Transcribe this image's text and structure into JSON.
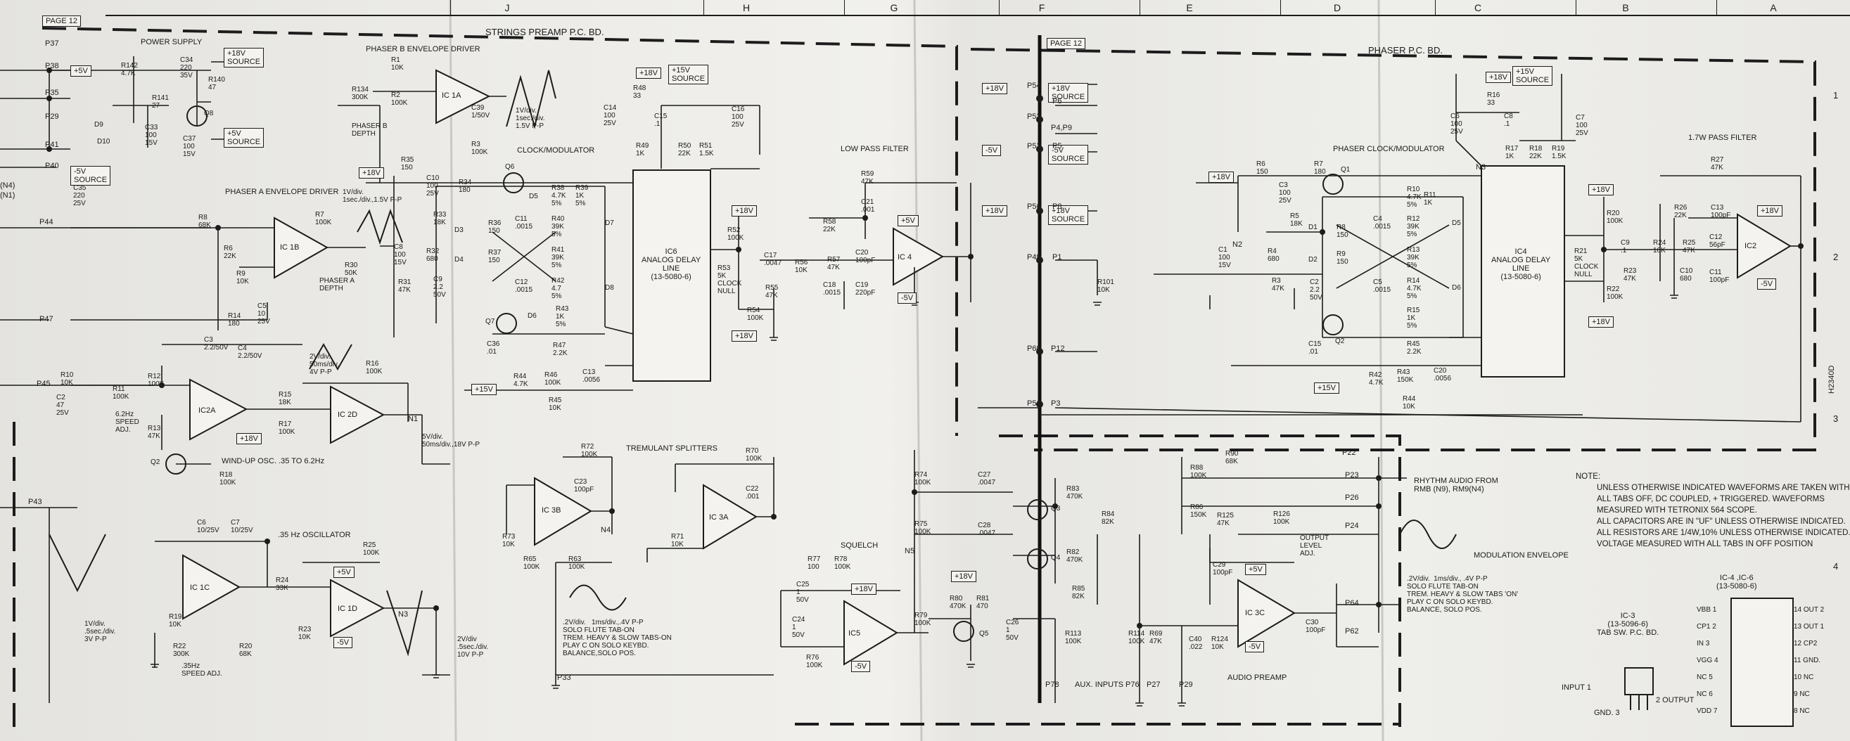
{
  "header": {
    "page12_tab": "PAGE 12",
    "strings_bd": "STRINGS PREAMP P.C. BD.",
    "phaser_bd": "PHASER P.C. BD.",
    "grid_letters": [
      "J",
      "H",
      "G",
      "F",
      "E",
      "D",
      "C",
      "B",
      "A"
    ],
    "row_numbers": [
      "1",
      "2",
      "3",
      "4"
    ]
  },
  "sections": {
    "power_supply": "POWER SUPPLY",
    "phaser_b_env": "PHASER B ENVELOPE DRIVER",
    "phaser_a_env": "PHASER A ENVELOPE DRIVER",
    "clock_mod": "CLOCK/MODULATOR",
    "low_pass": "LOW PASS FILTER",
    "phaser_clock": "PHASER CLOCK/MODULATOR",
    "pass_filter": "1.7W PASS FILTER",
    "tremulant": "TREMULANT SPLITTERS",
    "squelch": "SQUELCH",
    "osc": ".35 Hz OSCILLATOR",
    "windup": "WIND-UP OSC. .35 TO 6.2Hz",
    "audio_preamp": "AUDIO PREAMP",
    "aux_inputs": "AUX. INPUTS",
    "mod_env": "MODULATION ENVELOPE",
    "rhythm_audio": "RHYTHM AUDIO FROM\nRMB (N9), RM9(N4)"
  },
  "sources": {
    "p18v": "+18V",
    "p15v": "+15V",
    "m5v": "-5V",
    "p5v": "+5V",
    "p18src": "+18V\nSOURCE",
    "p15src": "+15V\nSOURCE",
    "m5src": "-5V\nSOURCE",
    "p5src": "+5V\nSOURCE",
    "m5v_src_phaser": "-5V\nSOURCE"
  },
  "ics": {
    "ic1a": "IC 1A",
    "ic1b": "IC 1B",
    "ic1c": "IC 1C",
    "ic1d": "IC 1D",
    "ic2a": "IC2A",
    "ic2d": "IC 2D",
    "ic2": "IC2",
    "ic3a": "IC 3A",
    "ic3b": "IC 3B",
    "ic3c": "IC 3C",
    "ic4": "IC 4",
    "ic5": "IC5",
    "ic6_box": "IC6\nANALOG DELAY\nLINE\n(13-5080-6)",
    "ic4_box": "IC4\nANALOG DELAY\nLINE\n(13-5080-6)"
  },
  "waveforms": {
    "w1": "1V/div.\n1sec./div.\n1.5V P-P",
    "w2": "1V/div.\n1sec./div.,1.5V P-P",
    "w3": "2V/div.\n50ms/div.\n4V P-P",
    "w4": "5V/div.\n50ms/div.,18V P-P",
    "w5": "1V/div.\n.5sec./div.\n3V P-P",
    "w6": "2V/div\n.5sec./div.\n10V P-P",
    "w7": ".2V/div.   1ms/div.,.4V P-P\nSOLO FLUTE TAB-ON\nTREM. HEAVY & SLOW TABS-ON\nPLAY C ON SOLO KEYBD.\nBALANCE,SOLO POS.",
    "w8": ".2V/div.  1ms/div., .4V P-P\nSOLO FLUTE TAB-ON\nTREM. HEAVY & SLOW TABS 'ON'\nPLAY C ON SOLO KEYBD.\nBALANCE, SOLO POS."
  },
  "components": {
    "r142": "R142\n4.7K",
    "c34": "C34\n220\n35V",
    "r140": "R140\n47",
    "r141": "R141\n27",
    "q8": "Q8",
    "c33": "C33\n100\n15V",
    "c37": "C37\n100\n15V",
    "d9": "D9",
    "d10": "D10",
    "c35": "C35\n220\n25V",
    "r1": "R1\n10K",
    "r2": "R2\n100K",
    "r134": "R134\n300K",
    "c39": "C39\n1/50V",
    "r3": "R3\n100K",
    "phaser_b_depth": "PHASER B\nDEPTH",
    "phaser_a_depth": "PHASER A\nDEPTH",
    "r35": "R35\n150",
    "c10": "C10\n100\n25V",
    "r34": "R34\n180",
    "q6": "Q6",
    "r36": "R36\n150",
    "r37": "R37\n150",
    "c11": "C11\n.0015",
    "c12": "C12\n.0015",
    "r38": "R38\n4.7K\n5%",
    "r39": "R39\n1K\n5%",
    "r40": "R40\n39K\n5%",
    "r41": "R41\n39K\n5%",
    "r42": "R42\n4.7\n5%",
    "r43": "R43\n1K\n5%",
    "d5": "D5",
    "d6": "D6",
    "d7": "D7",
    "d8": "D8",
    "q7": "Q7",
    "c36": "C36\n.01",
    "r47": "R47\n2.2K",
    "r44": "R44\n4.7K",
    "r46": "R46\n100K",
    "c13": "C13\n.0056",
    "r45": "R45\n10K",
    "r8": "R8\n68K",
    "r6": "R6\n22K",
    "r7": "R7\n100K",
    "r9": "R9\n10K",
    "r30": "R30\n50K",
    "c8": "C8\n100\n15V",
    "r32": "R32\n680",
    "r31": "R31\n47K",
    "r33": "R33\n18K",
    "c9": "C9\n2.2\n50V",
    "d3": "D3",
    "d4": "D4",
    "r14": "R14\n180",
    "c5": "C5\n10\n25V",
    "c3": "C3\n2.2/50V",
    "c4": "C4\n2.2/50V",
    "r10": "R10\n10K",
    "r11": "R11\n100K",
    "c2": "C2\n47\n25V",
    "speed_adj": "6.2Hz\nSPEED\nADJ.",
    "r12": "R12\n100K",
    "r13": "R13\n47K",
    "r15": "R15\n18K",
    "r16": "R16\n100K",
    "r17": "R17\n100K",
    "r18": "R18\n100K",
    "q2": "Q2",
    "c6": "C6\n10/25V",
    "c7": "C7\n10/25V",
    "r25": "R25\n100K",
    "r24": "R24\n33K",
    "r19": "R19\n10K",
    "r22": "R22\n300K",
    "speed_adj2": ".35Hz\nSPEED ADJ.",
    "r20": "R20\n68K",
    "r23": "R23\n10K",
    "r48": "R48\n33",
    "c14": "C14\n100\n25V",
    "c15": "C15\n.1",
    "r49": "R49\n1K",
    "r50": "R50\n22K",
    "r51": "R51\n1.5K",
    "c16": "C16\n100\n25V",
    "r52": "R52\n100K",
    "r53": "R53\n5K\nCLOCK\nNULL",
    "r54": "R54\n100K",
    "c17": "C17\n.0047",
    "r56": "R56\n10K",
    "r55": "R55\n47K",
    "r57": "R57\n47K",
    "r58": "R58\n22K",
    "c18": "C18\n.0015",
    "c19": "C19\n220pF",
    "c20": "C20\n100pF",
    "r59": "R59\n47K",
    "c21": "C21\n.001",
    "r72": "R72\n100K",
    "c23": "C23\n100pF",
    "r73": "R73\n10K",
    "r70": "R70\n100K",
    "c22": "C22\n.001",
    "r71": "R71\n10K",
    "r65": "R65\n100K",
    "r63": "R63\n100K",
    "r74": "R74\n100K",
    "c27": "C27\n.0047",
    "r75": "R75\n100K",
    "c28": "C28\n.0047",
    "q3": "Q3",
    "q4": "Q4",
    "r83": "R83\n470K",
    "r84": "R84\n82K",
    "r82": "R82\n470K",
    "r85": "R85\n82K",
    "r77": "R77\n100",
    "r78": "R78\n100K",
    "c25": "C25\n1\n50V",
    "c24": "C24\n1\n50V",
    "r76": "R76\n100K",
    "r79": "R79\n100K",
    "r80": "R80\n470K",
    "r81": "R81\n470",
    "q5": "Q5",
    "c26": "C26\n1\n50V",
    "r90": "R90\n68K",
    "r88": "R88\n100K",
    "r86": "R86\n150K",
    "r125": "R125\n47K",
    "r126": "R126\n100K",
    "c29": "C29\n100pF",
    "output_level": "OUTPUT\nLEVEL\nADJ.",
    "c30": "C30\n100pF",
    "r113": "R113\n100K",
    "r114": "R114\n100K",
    "r69": "R69\n47K",
    "c40": "C40\n.022",
    "r124": "R124\n10K",
    "r101": "R101\n10K",
    "r16p": "R16\n33",
    "c6p": "C6\n100\n25V",
    "c8p": "C8\n.1",
    "r17p": "R17\n1K",
    "r18p": "R18\n22K",
    "r19p": "R19\n1.5K",
    "c7p": "C7\n100\n25V",
    "r6p": "R6\n150",
    "c3p": "C3\n100\n25V",
    "r7p": "R7\n180",
    "q1": "Q1",
    "r5p": "R5\n18K",
    "d1": "D1",
    "d2": "D2",
    "r8p": "R8\n150",
    "r9p": "R9\n150",
    "c4p": "C4\n.0015",
    "c5p": "C5\n.0015",
    "r10p": "R10\n4.7K\n5%",
    "r11p": "R11\n1K",
    "r12p": "R12\n39K\n5%",
    "r13p": "R13\n39K\n5%",
    "r14p": "R14\n4.7K\n5%",
    "r15p": "R15\n1K\n5%",
    "d5p": "D5",
    "d6p": "D6",
    "q2p": "Q2",
    "c1p": "C1\n100\n15V",
    "r4p": "R4\n680",
    "r3p": "R3\n47K",
    "c2p": "C2\n2.2\n50V",
    "c15p": "C15\n.01",
    "r45p": "R45\n2.2K",
    "r42p": "R42\n4.7K",
    "r43p": "R43\n150K",
    "c20p": "C20\n.0056",
    "r44p": "R44\n10K",
    "r20p": "R20\n100K",
    "r21p": "R21\n5K\nCLOCK\nNULL",
    "r22p": "R22\n100K",
    "c9p": "C9\n.1",
    "r24p": "R24\n10K",
    "r23p": "R23\n47K",
    "r25p": "R25\n47K",
    "c10p": "C10\n680",
    "c11p": "C11\n100pF",
    "c12p": "C12\n56pF",
    "r26p": "R26\n22K",
    "c13p": "C13\n100pF",
    "r27p": "R27\n47K"
  },
  "pins": {
    "p37": "P37",
    "p38": "P38",
    "p35": "P35",
    "p29": "P29",
    "p41": "P41",
    "p40": "P40",
    "p44": "P44",
    "p47": "P47",
    "p45": "P45",
    "p43": "P43",
    "p33": "P33",
    "p54": "P54",
    "p6": "P6",
    "p52": "P52",
    "p4p9": "P4,P9",
    "p53": "P53",
    "p5": "P5",
    "p56": "P56",
    "p8": "P8",
    "p49": "P49",
    "p1": "P1",
    "p60": "P60",
    "p12": "P12",
    "p51": "P51",
    "p3": "P3",
    "p22": "P22",
    "p23": "P23",
    "p26": "P26",
    "p24": "P24",
    "p64": "P64",
    "p62": "P62",
    "p78": "P78",
    "p76": "P76",
    "p27": "P27",
    "p29b": "P29",
    "n1": "N1",
    "n3": "N3",
    "n4": "N4",
    "n5": "N5",
    "n2": "N2",
    "n3p": "N3",
    "n4l": "(N4)",
    "n1l": "(N1)"
  },
  "notes": {
    "heading": "NOTE:",
    "body": "UNLESS OTHERWISE INDICATED WAVEFORMS ARE TAKEN WITH\nALL TABS OFF, DC COUPLED, + TRIGGERED. WAVEFORMS\nMEASURED WITH TETRONIX 564 SCOPE.\nALL CAPACITORS ARE IN \"UF\" UNLESS OTHERWISE INDICATED.\nALL RESISTORS ARE 1/4W,10% UNLESS OTHERWISE INDICATED.\nVOLTAGE MEASURED WITH ALL TABS IN OFF POSITION",
    "ic3_title": "IC-3\n(13-5096-6)\nTAB SW. P.C. BD.",
    "ic3_pins": "INPUT 1",
    "ic3_out": "2 OUTPUT",
    "ic3_gnd": "GND. 3",
    "ic46_title": "IC-4 ,IC-6\n(13-5080-6)",
    "ic46_left": [
      "VBB 1",
      "CP1 2",
      "IN 3",
      "VGG 4",
      "NC 5",
      "NC 6",
      "VDD 7"
    ],
    "ic46_right": [
      "14 OUT 2",
      "13 OUT 1",
      "12 CP2",
      "11 GND.",
      "10 NC",
      "9 NC",
      "8 NC"
    ],
    "doc_no": "H2340D"
  }
}
